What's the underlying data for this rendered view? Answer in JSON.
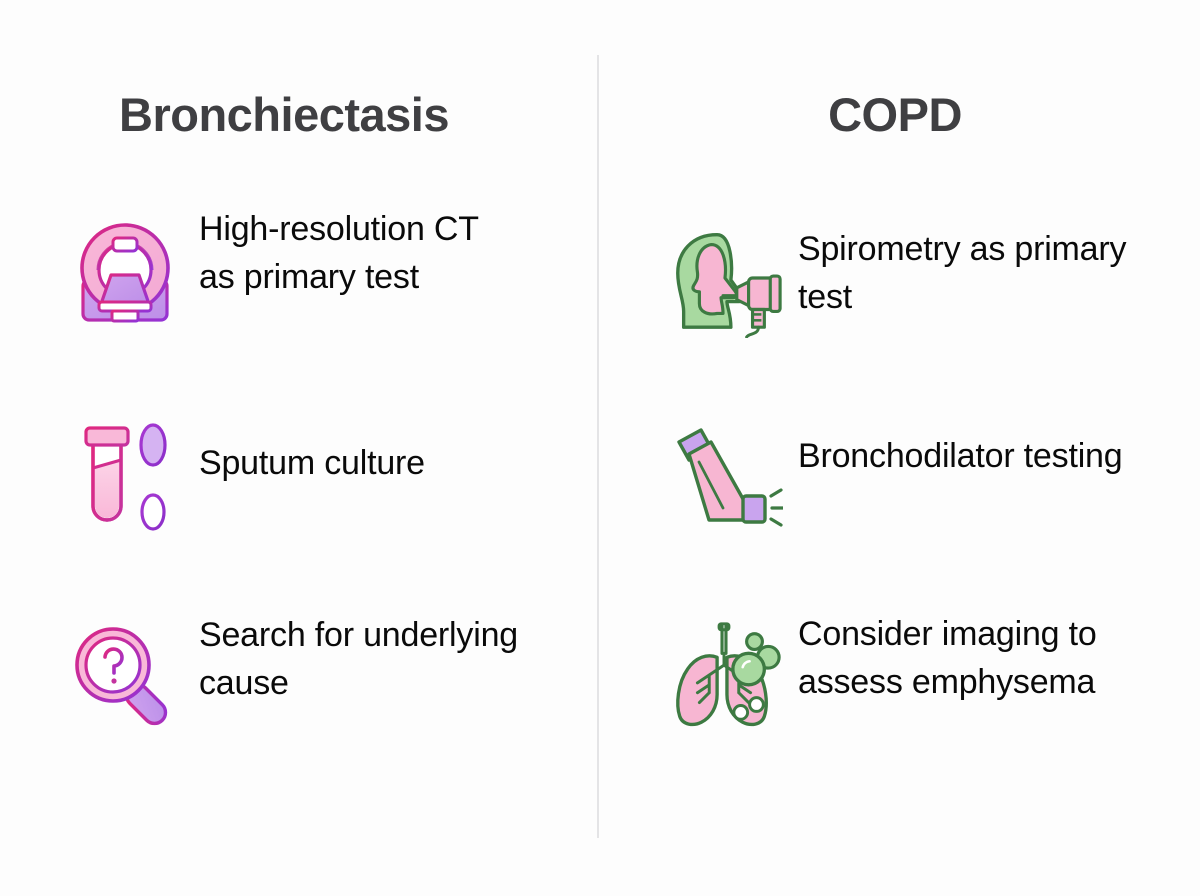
{
  "theme": {
    "background": "#fdfdfd",
    "title_color": "#3f3f42",
    "text_color": "#0a0a0a",
    "divider_color": "#e4e4e6",
    "pink_fill": "#f9b8d8",
    "pink_stroke": "#d6338b",
    "purple_fill": "#c9a4ee",
    "purple_stroke": "#9333d6",
    "green_fill": "#a8d9a0",
    "green_stroke": "#3d7a42"
  },
  "columns": [
    {
      "id": "bronchiectasis",
      "title": "Bronchiectasis",
      "items": [
        {
          "icon": "ct-scanner-icon",
          "label": "High-resolution CT as primary test"
        },
        {
          "icon": "test-tube-swab-icon",
          "label": "Sputum culture"
        },
        {
          "icon": "magnifier-question-icon",
          "label": "Search for underlying cause"
        }
      ]
    },
    {
      "id": "copd",
      "title": "COPD",
      "items": [
        {
          "icon": "spirometry-person-icon",
          "label": "Spirometry as primary test"
        },
        {
          "icon": "inhaler-icon",
          "label": "Bronchodilator testing"
        },
        {
          "icon": "lungs-emphysema-icon",
          "label": "Consider imaging to assess emphysema"
        }
      ]
    }
  ]
}
